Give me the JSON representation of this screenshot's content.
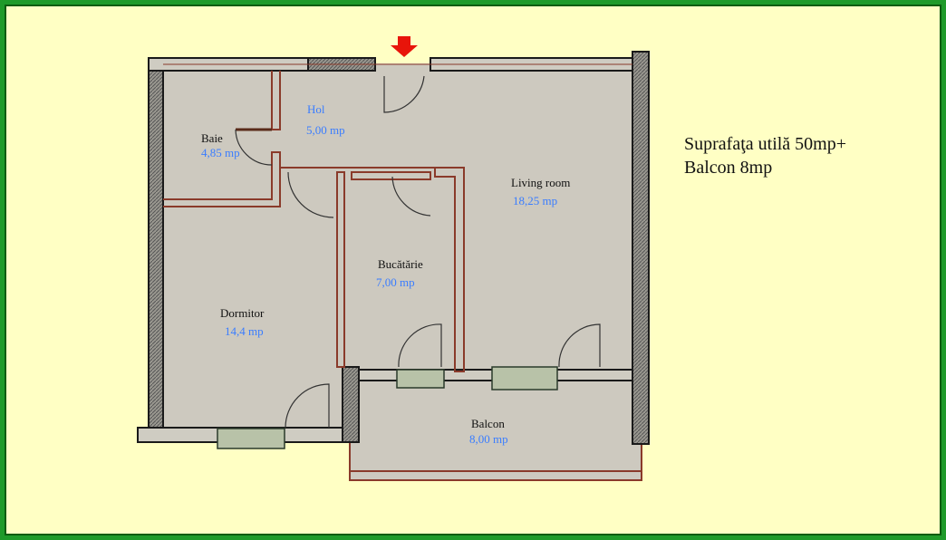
{
  "summary": {
    "line1": "Suprafaţa utilă 50mp+",
    "line2": "Balcon 8mp"
  },
  "rooms": [
    {
      "name": "Baie",
      "area": "4,85 mp"
    },
    {
      "name": "Hol",
      "area": "5,00 mp"
    },
    {
      "name": "Living room",
      "area": "18,25 mp"
    },
    {
      "name": "Bucătărie",
      "area": "7,00 mp"
    },
    {
      "name": "Dormitor",
      "area": "14,4 mp"
    },
    {
      "name": "Balcon",
      "area": "8,00 mp"
    }
  ],
  "colors": {
    "background": "#ffffc4",
    "border": "#1f9a2a",
    "floor": "#cdc9bf",
    "wall": "#1a1a1a",
    "partition": "#8a3a2a",
    "area_text": "#3a7dff",
    "entrance_arrow": "#e8140a"
  }
}
